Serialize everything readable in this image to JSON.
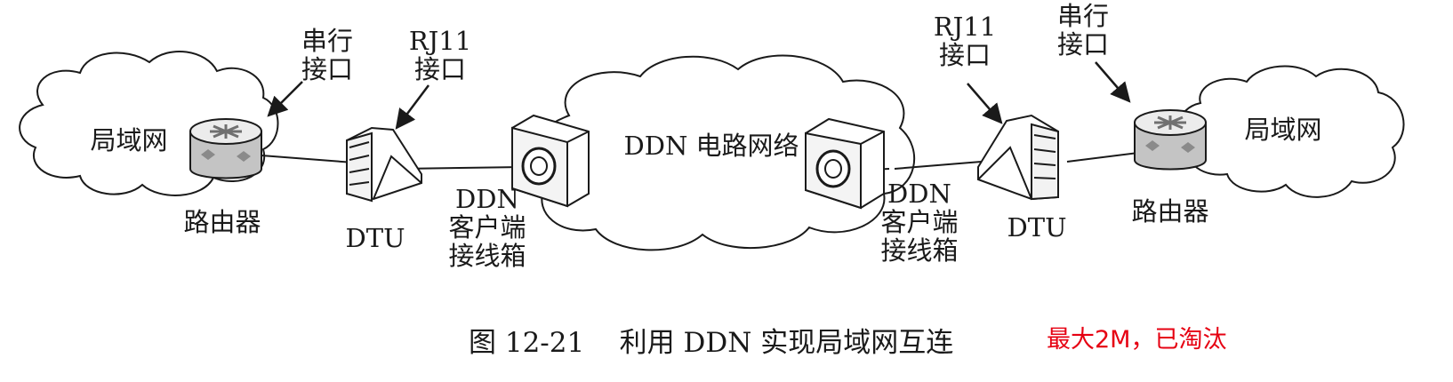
{
  "colors": {
    "line": "#1a1a1a",
    "note": "#e60012",
    "router_top": "#e8e8e8",
    "router_side": "#b5b5b5"
  },
  "clouds": {
    "left_lan": "局域网",
    "center": "DDN 电路网络",
    "right_lan": "局域网"
  },
  "devices": {
    "router_left": "路由器",
    "router_right": "路由器",
    "dtu_left": "DTU",
    "dtu_right": "DTU",
    "box_left": "DDN\n客户端\n接线箱",
    "box_right": "DDN\n客户端\n接线箱"
  },
  "callouts": {
    "serial_left": "串行\n接口",
    "rj11_left": "RJ11\n接口",
    "rj11_right": "RJ11\n接口",
    "serial_right": "串行\n接口"
  },
  "caption": {
    "figure_number": "图 12-21",
    "text": "利用 DDN 实现局域网互连"
  },
  "note": "最大2M，已淘汰"
}
